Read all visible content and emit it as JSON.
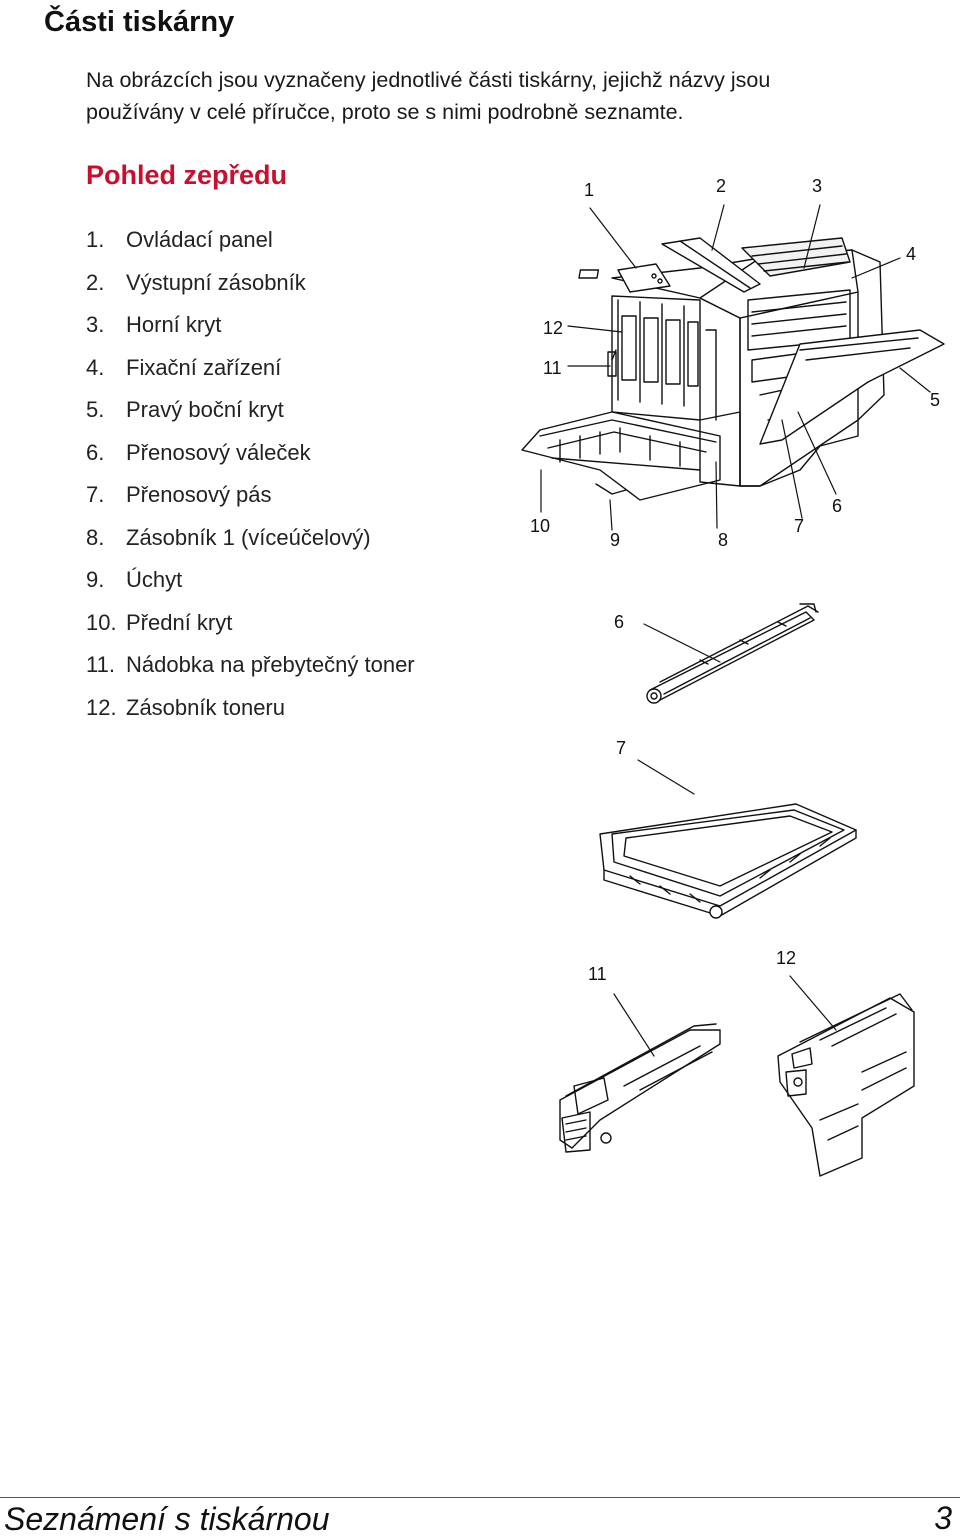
{
  "heading": "Části tiskárny",
  "intro_line1": "Na obrázcích jsou vyznačeny jednotlivé části tiskárny, jejichž názvy jsou",
  "intro_line2": "používány v celé příručce, proto se s nimi podrobně seznamte.",
  "section_title": "Pohled zepředu",
  "parts": [
    {
      "num": "1.",
      "label": "Ovládací panel"
    },
    {
      "num": "2.",
      "label": "Výstupní zásobník"
    },
    {
      "num": "3.",
      "label": "Horní kryt"
    },
    {
      "num": "4.",
      "label": "Fixační zařízení"
    },
    {
      "num": "5.",
      "label": "Pravý boční kryt"
    },
    {
      "num": "6.",
      "label": "Přenosový váleček"
    },
    {
      "num": "7.",
      "label": "Přenosový pás"
    },
    {
      "num": "8.",
      "label": "Zásobník 1 (víceúčelový)"
    },
    {
      "num": "9.",
      "label": "Úchyt"
    },
    {
      "num": "10.",
      "label": "Přední kryt"
    },
    {
      "num": "11.",
      "label": "Nádobka na přebytečný toner"
    },
    {
      "num": "12.",
      "label": "Zásobník toneru"
    }
  ],
  "callouts": {
    "c1": "1",
    "c2": "2",
    "c3": "3",
    "c4": "4",
    "c5": "5",
    "c6": "6",
    "c7": "7",
    "c8": "8",
    "c9": "9",
    "c10": "10",
    "c11": "11",
    "c12": "12",
    "roller": "6",
    "belt": "7",
    "waste": "11",
    "cart": "12"
  },
  "footer": {
    "title": "Seznámení s tiskárnou",
    "page": "3"
  }
}
